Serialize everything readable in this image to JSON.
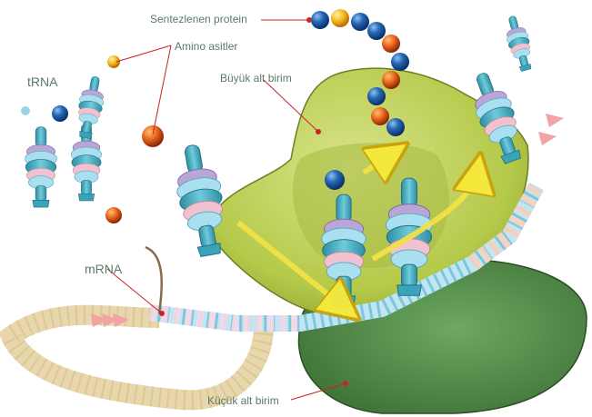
{
  "labels": {
    "protein": "Sentezlenen protein",
    "amino_acids": "Amino asitler",
    "trna": "tRNA",
    "large_subunit": "Büyük alt birim",
    "mrna": "mRNA",
    "small_subunit": "Küçük alt birim"
  },
  "colors": {
    "large_subunit": "#b5c94a",
    "small_subunit": "#4f8a45",
    "label_text": "#5a7a6a",
    "leader_line": "#cc2222",
    "trna_body": "#4bb0c4",
    "bead_blue": "#1d5ea8",
    "bead_orange": "#e0661e",
    "arrow": "#f2e245"
  },
  "icons": [
    "trna-icon",
    "amino-acid-icon",
    "ribosome-icon",
    "mrna-strand-icon",
    "protein-chain-icon"
  ]
}
